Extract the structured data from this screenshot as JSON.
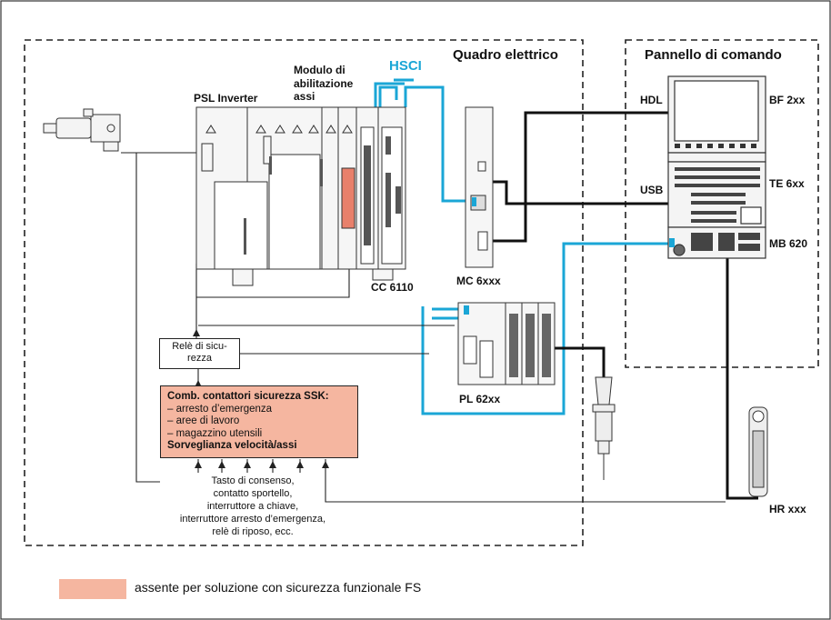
{
  "regions": {
    "cabinet_title": "Quadro elettrico",
    "panel_title": "Pannello di comando",
    "hsci": "HSCI"
  },
  "components": {
    "psl_inverter": "PSL Inverter",
    "axis_module": [
      "Modulo di",
      "abilitazione",
      "assi"
    ],
    "cc": "CC 6110",
    "mc": "MC 6xxx",
    "pl": "PL 62xx",
    "bf": "BF 2xx",
    "te": "TE 6xx",
    "mb": "MB 620",
    "hr": "HR xxx",
    "hdl": "HDL",
    "usb": "USB"
  },
  "relay": [
    "Relè di sicu-",
    "rezza"
  ],
  "ssk": {
    "title": "Comb. contattori sicurezza SSK:",
    "items": [
      "– arresto d’emergenza",
      "– aree di lavoro",
      "– magazzino utensili"
    ],
    "footer": "Sorveglianza velocità/assi"
  },
  "inputs_note": [
    "Tasto di consenso,",
    "contatto sportello,",
    "interruttore a chiave,",
    "interruttore arresto d’emergenza,",
    "relè di riposo, ecc."
  ],
  "legend": {
    "text": "assente per soluzione con sicurezza funzionale FS",
    "color": "#f5b6a0"
  },
  "colors": {
    "hsci_line": "#1aa6d6",
    "ssk_fill": "#f5b6a0",
    "line": "#111111"
  }
}
